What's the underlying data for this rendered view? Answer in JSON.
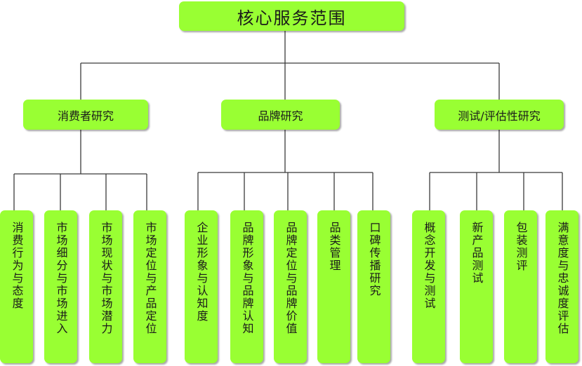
{
  "root": {
    "label": "核心服务范围"
  },
  "categories": [
    {
      "label": "消费者研究",
      "items": [
        "消费行为与态度",
        "市场细分与市场进入",
        "市场现状与市场潜力",
        "市场定位与产品定位"
      ]
    },
    {
      "label": "品牌研究",
      "items": [
        "企业形象与认知度",
        "品牌形象与品牌认知",
        "品牌定位与品牌价值",
        "品类管理",
        "口碑传播研究"
      ]
    },
    {
      "label": "测试/评估性研究",
      "items": [
        "概念开发与测试",
        "新产品测试",
        "包装测评",
        "满意度与忠诚度评估"
      ]
    }
  ],
  "colors": {
    "box": "#99ff33",
    "line": "#3a3a3a"
  }
}
